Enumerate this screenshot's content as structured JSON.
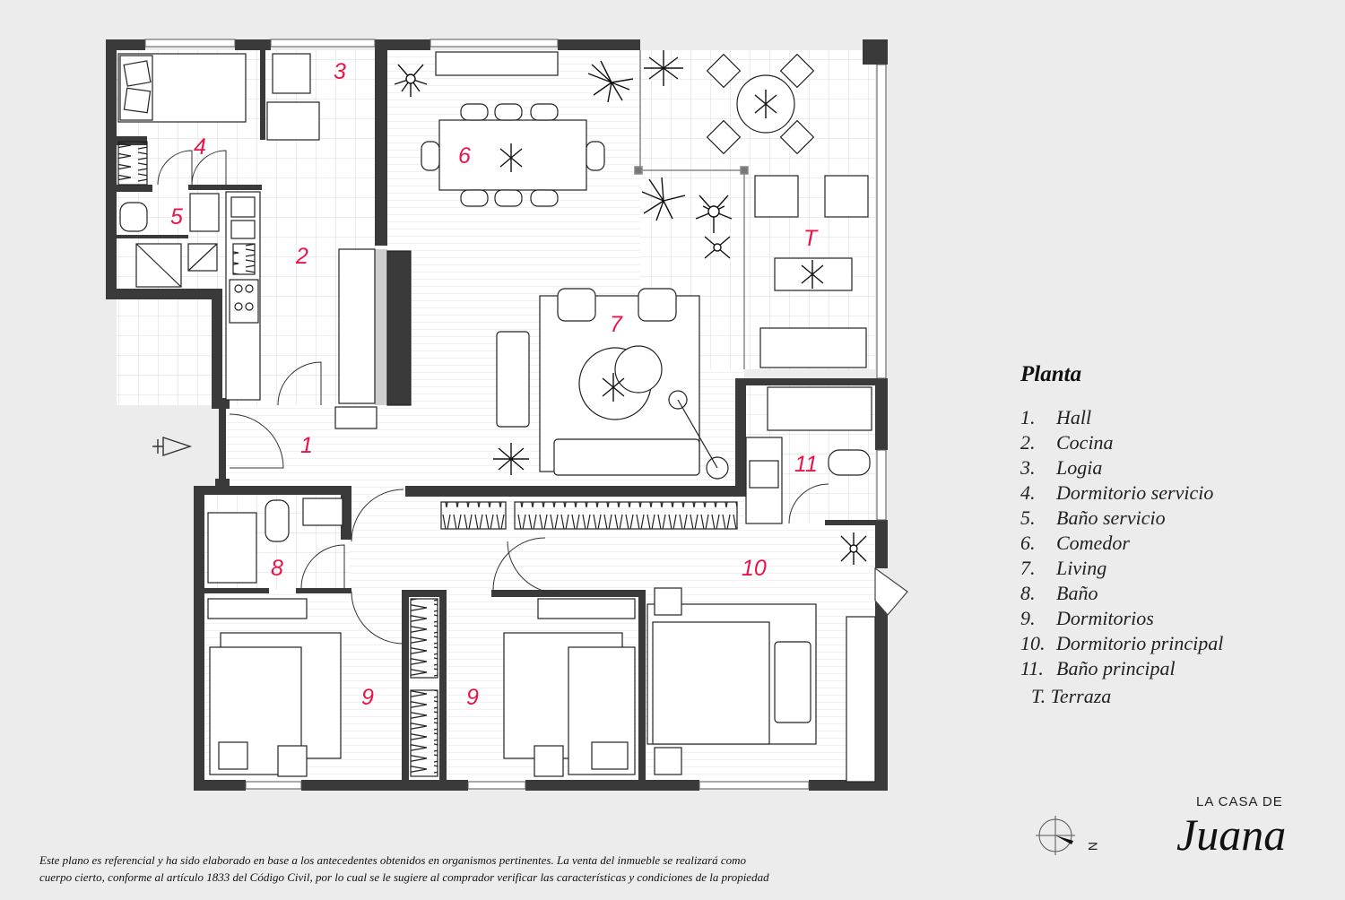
{
  "rooms": [
    {
      "num": "1"
    },
    {
      "num": "2"
    },
    {
      "num": "3"
    },
    {
      "num": "4"
    },
    {
      "num": "5"
    },
    {
      "num": "6"
    },
    {
      "num": "7"
    },
    {
      "num": "8"
    },
    {
      "num": "9"
    },
    {
      "num": "9"
    },
    {
      "num": "10"
    },
    {
      "num": "11"
    },
    {
      "num": "T"
    }
  ],
  "legend": {
    "title": "Planta",
    "items": [
      {
        "num": "1.",
        "label": "Hall"
      },
      {
        "num": "2.",
        "label": "Cocina"
      },
      {
        "num": "3.",
        "label": "Logia"
      },
      {
        "num": "4.",
        "label": "Dormitorio servicio"
      },
      {
        "num": "5.",
        "label": "Baño servicio"
      },
      {
        "num": "6.",
        "label": "Comedor"
      },
      {
        "num": "7.",
        "label": "Living"
      },
      {
        "num": "8.",
        "label": "Baño"
      },
      {
        "num": "9.",
        "label": "Dormitorios"
      },
      {
        "num": "10.",
        "label": "Dormitorio principal"
      },
      {
        "num": "11.",
        "label": "Baño principal"
      }
    ],
    "terrace": "T. Terraza"
  },
  "disclaimer": {
    "line1": "Este plano es referencial y ha sido elaborado en base a los antecedentes obtenidos en organismos pertinentes.  La venta del inmueble se realizará como",
    "line2": "cuerpo cierto, conforme al artículo 1833 del Código Civil, por lo cual se le sugiere al comprador verificar las características y condiciones de la propiedad"
  },
  "brand": {
    "top": "LA CASA DE",
    "name": "Juana"
  },
  "compass": {
    "label": "N"
  },
  "colors": {
    "wall": "#3a3a3a",
    "room_number": "#e8154a",
    "background": "#ececec",
    "floor": "#ffffff"
  }
}
